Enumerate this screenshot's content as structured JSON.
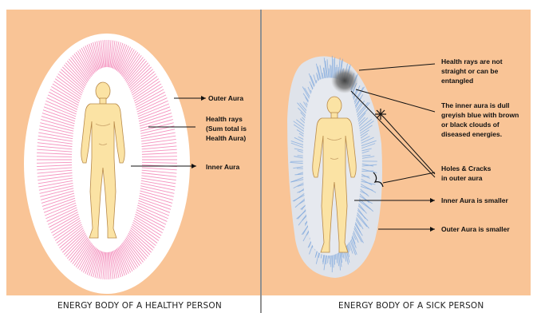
{
  "colors": {
    "background": "#f9c496",
    "skin": "#fbe3a4",
    "healthy_rays": "#f06ea8",
    "sick_rays": "#7fa8dd",
    "sick_outer": "#dfe3ea",
    "dark_cloud": "#555555"
  },
  "healthy": {
    "caption": "ENERGY BODY OF A HEALTHY PERSON",
    "outer_aura": "Outer Aura",
    "health_rays": [
      "Health rays",
      "(Sum total is",
      "Health Aura)"
    ],
    "inner_aura": "Inner Aura"
  },
  "sick": {
    "caption": "ENERGY BODY OF A SICK PERSON",
    "health_rays": [
      "Health rays are not",
      "straight or can be",
      "entangled"
    ],
    "inner_dull": [
      "The inner aura is dull",
      "greyish blue with brown",
      "or black clouds of",
      "diseased energies."
    ],
    "holes": [
      "Holes & Cracks",
      "in outer aura"
    ],
    "inner_smaller": "Inner Aura is smaller",
    "outer_smaller": "Outer Aura is smaller"
  }
}
